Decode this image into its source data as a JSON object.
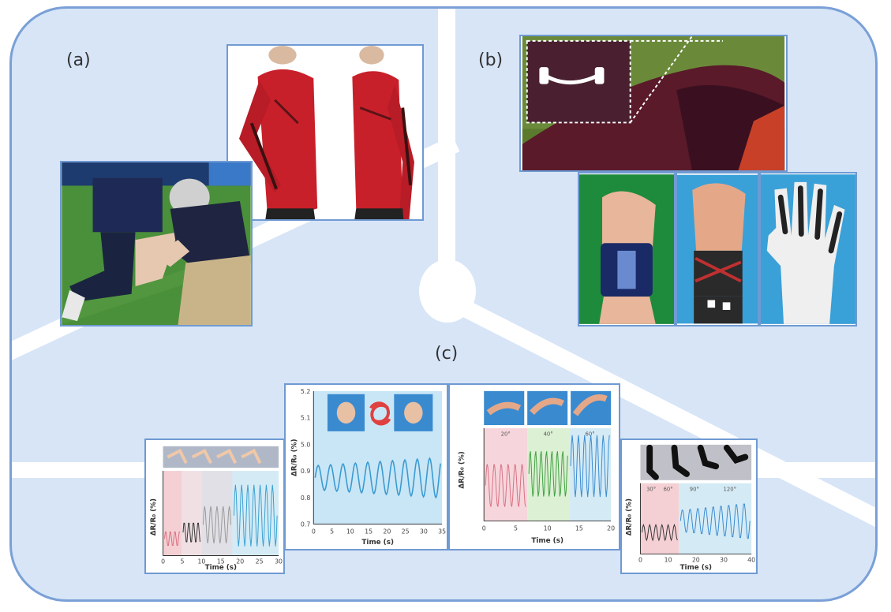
{
  "labels": {
    "a": "(a)",
    "b": "(b)",
    "c": "(c)"
  },
  "colors": {
    "frame_fill": "#d7e5f7",
    "frame_border": "#7aa0d6",
    "divider": "#ffffff"
  },
  "plots": {
    "neck": {
      "ylabel": "ΔR/R₀ (%)",
      "xlabel": "Time (s)",
      "yticks": [
        "0.7",
        "0.8",
        "0.9",
        "5.0",
        "5.1",
        "5.2"
      ],
      "xticks": [
        "0",
        "5",
        "10",
        "15",
        "20",
        "25",
        "30",
        "35"
      ]
    },
    "wrist": {
      "ylabel": "ΔR/R₀ (%)",
      "xlabel": "Time (s)",
      "angles": [
        "20°",
        "40°",
        "60°"
      ],
      "xticks": [
        "0",
        "5",
        "10",
        "15",
        "20"
      ]
    },
    "elbow": {
      "ylabel": "ΔR/R₀ (%)",
      "xlabel": "Time (s)",
      "xticks": [
        "0",
        "5",
        "10",
        "15",
        "20",
        "25",
        "30"
      ]
    },
    "finger": {
      "ylabel": "ΔR/R₀ (%)",
      "xlabel": "Time (s)",
      "angles": [
        "30°",
        "60°",
        "90°",
        "120°"
      ],
      "xticks": [
        "0",
        "10",
        "20",
        "30",
        "40"
      ]
    }
  }
}
